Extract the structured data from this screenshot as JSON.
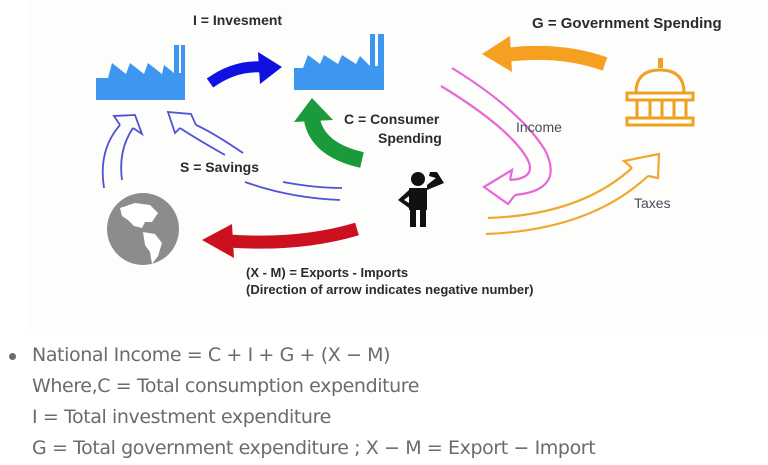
{
  "diagram": {
    "labels": {
      "investment": "I = Invesment",
      "government": "G = Government Spending",
      "consumer_line1": "C = Consumer",
      "consumer_line2": "Spending",
      "income": "Income",
      "savings": "S = Savings",
      "taxes": "Taxes",
      "net_exports_line1": "(X - M) = Exports - Imports",
      "net_exports_line2": "(Direction of arrow indicates negative number)"
    },
    "icons": {
      "factory_left": "factory-icon",
      "factory_right": "factory-icon",
      "government": "government-building-icon",
      "household": "person-thinking-icon",
      "world": "globe-icon"
    },
    "colors": {
      "factory": "#3d96f0",
      "investment_arrow": "#1010e0",
      "consumer_arrow": "#1a9a3a",
      "government_arrow": "#f5a020",
      "income_arrow": "#e668d8",
      "taxes_arrow": "#f0a830",
      "savings_arrow": "#5050d8",
      "net_exports_arrow": "#cc1020",
      "globe": "#8c8c8c",
      "person": "#111111"
    }
  },
  "notes": {
    "bullet": "National Income = C + I + G + (X − M)",
    "line2": "Where,C = Total consumption expenditure",
    "line3": "I = Total investment expenditure",
    "line4": "G = Total government expenditure ; X − M = Export − Import"
  }
}
